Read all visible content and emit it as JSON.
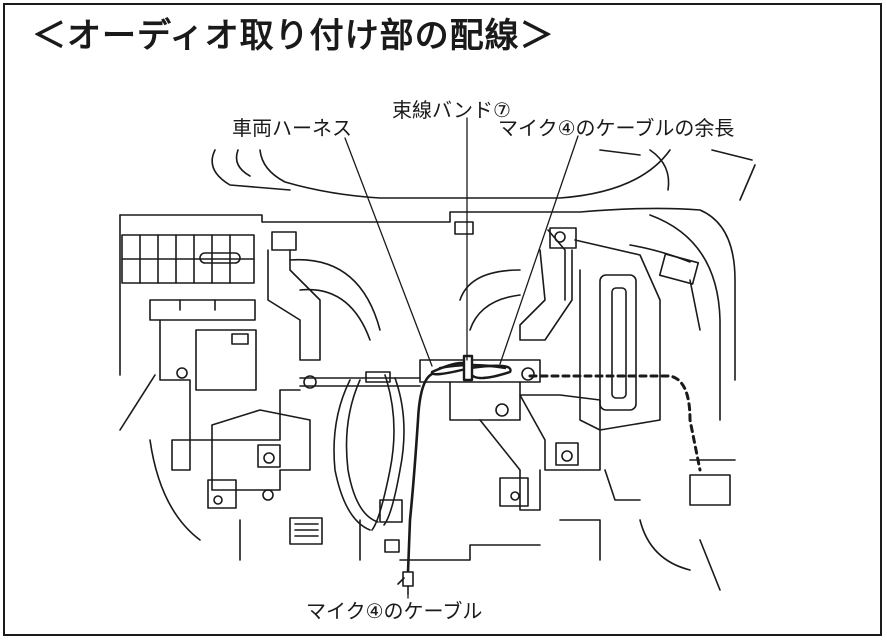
{
  "title": "＜オーディオ取り付け部の配線＞",
  "labels": {
    "band": "束線バンド⑦",
    "harness": "車両ハーネス",
    "mic_excess": "マイク④のケーブルの余長",
    "mic_cable": "マイク④のケーブル"
  },
  "colors": {
    "line": "#1a1a1a",
    "background": "#ffffff"
  }
}
